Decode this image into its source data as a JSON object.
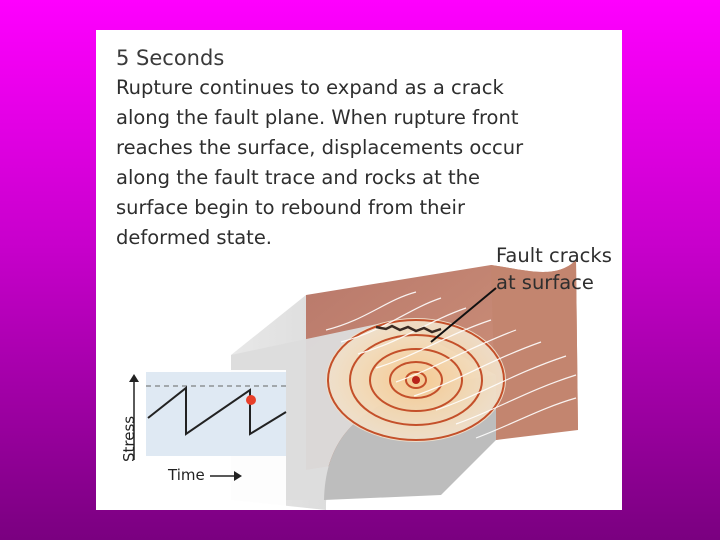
{
  "slide": {
    "heading": "5 Seconds",
    "caption_lines": [
      "Rupture continues to expand as a crack",
      "along the fault plane. When rupture front",
      "reaches the surface, displacements occur",
      "along the fault trace and rocks at the",
      "surface begin to rebound from their",
      "deformed state."
    ],
    "callout_lines": [
      "Fault cracks",
      "at surface"
    ]
  },
  "graph": {
    "ylabel": "Stress",
    "xlabel": "Time",
    "line_color": "#222222",
    "threshold_color": "#666666",
    "current_point_color": "#e8402a"
  },
  "colors": {
    "background_top": "#fe00fe",
    "background_bottom": "#7a0080",
    "block_top": "#c98670",
    "block_front": "#d9d9d9",
    "rupture_contour": "#c4502a"
  }
}
